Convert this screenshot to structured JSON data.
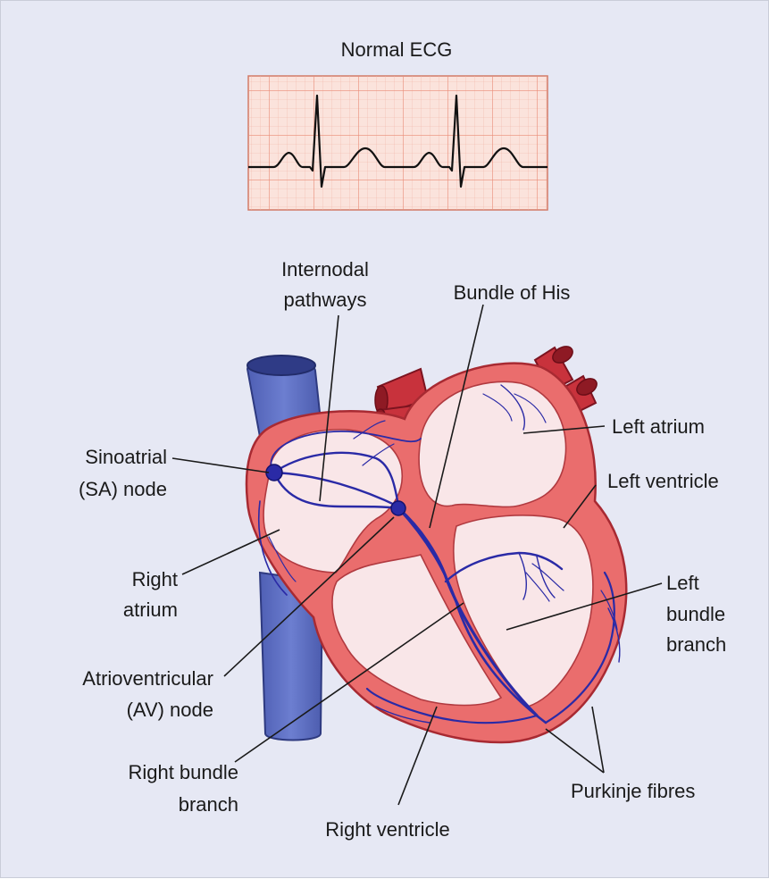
{
  "ecg": {
    "title": "Normal ECG"
  },
  "labels": {
    "internodal_line1": "Internodal",
    "internodal_line2": "pathways",
    "bundle_of_his": "Bundle of His",
    "left_atrium": "Left atrium",
    "left_ventricle": "Left ventricle",
    "sa_line1": "Sinoatrial",
    "sa_line2": "(SA) node",
    "right_atrium_line1": "Right",
    "right_atrium_line2": "atrium",
    "left_bundle_line1": "Left",
    "left_bundle_line2": "bundle",
    "left_bundle_line3": "branch",
    "av_line1": "Atrioventricular",
    "av_line2": "(AV) node",
    "right_bundle_line1": "Right bundle",
    "right_bundle_line2": "branch",
    "purkinje": "Purkinje fibres",
    "right_ventricle": "Right ventricle"
  },
  "colors": {
    "background": "#e6e8f4",
    "ecg_paper": "#fbe3dc",
    "ecg_grid": "#ee9a86",
    "heart_wall": "#ea6d6d",
    "heart_chamber": "#f9e6e8",
    "conduction": "#2a2aa6",
    "vena_cava": "#5d6fc2",
    "aorta": "#c8323c"
  }
}
